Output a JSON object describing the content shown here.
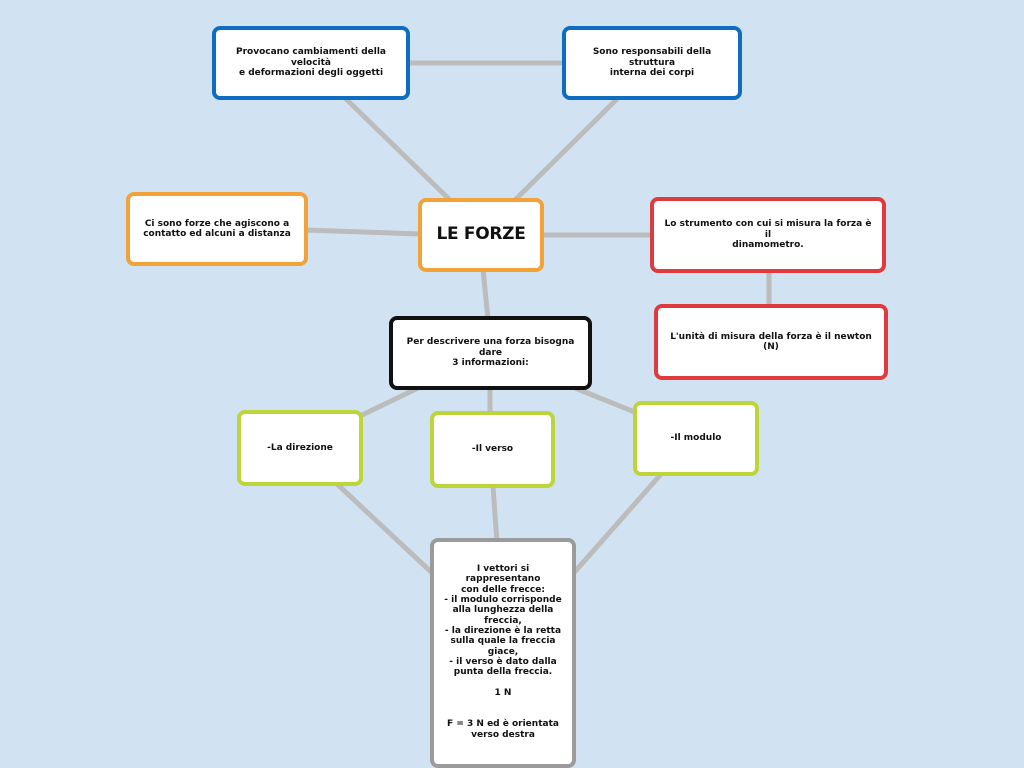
{
  "colors": {
    "background": "#d1e3f2",
    "connector": "#bcbcbc",
    "blue": "#0f6dbf",
    "orange": "#f1a33a",
    "red": "#df3a3d",
    "black": "#111111",
    "lime": "#bdd53a",
    "gray": "#9b9b9b"
  },
  "nodes": {
    "central": "LE FORZE",
    "velocity": "Provocano cambiamenti della velocità\ne deformazioni degli oggetti",
    "structure": "Sono responsabili della struttura\ninterna dei corpi",
    "contact": "Ci sono forze che agiscono a\ncontatto ed alcuni a distanza",
    "instrument": "Lo strumento con cui si misura la forza è il\ndinamometro.",
    "unit": "L'unità di misura della forza è il newton (N)",
    "describe": "Per descrivere una forza bisogna dare\n3 informazioni:",
    "direction": "-La direzione",
    "verse": "-Il verso",
    "modulus": "-Il modulo",
    "vectors": "I vettori si rappresentano\ncon delle frecce:\n- il modulo corrisponde\nalla lunghezza della\nfreccia,\n- la direzione è la retta\nsulla quale la freccia\ngiace,\n- il verso è dato dalla\npunta della freccia.\n\n1 N\n\n\nF = 3 N ed è orientata\nverso destra"
  }
}
